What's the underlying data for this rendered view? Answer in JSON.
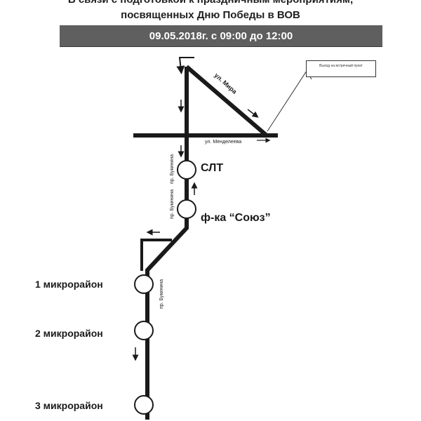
{
  "header": {
    "line1": "В связи с подготовкой к праздничным мероприятиям,",
    "line2": "посвященных Дню Победы в ВОВ",
    "date_range": "09.05.2018г. с 09:00 до 12:00"
  },
  "streets": {
    "mira": "ул. Мира",
    "mendeleeva": "ул. Менделеева",
    "bulkina_upper": "пр. Букинина",
    "bulkina_lower": "пр. Букинина"
  },
  "callout": {
    "text": "Выход на встречный пункт"
  },
  "stops": {
    "slt": "СЛТ",
    "soyuz": "ф-ка “Союз”",
    "mkr1": "1 микрорайон",
    "mkr2": "2 микрорайон",
    "mkr3": "3 микрорайон"
  },
  "colors": {
    "route": "#1a1a1a",
    "header_bar": "#5f5f5f"
  }
}
